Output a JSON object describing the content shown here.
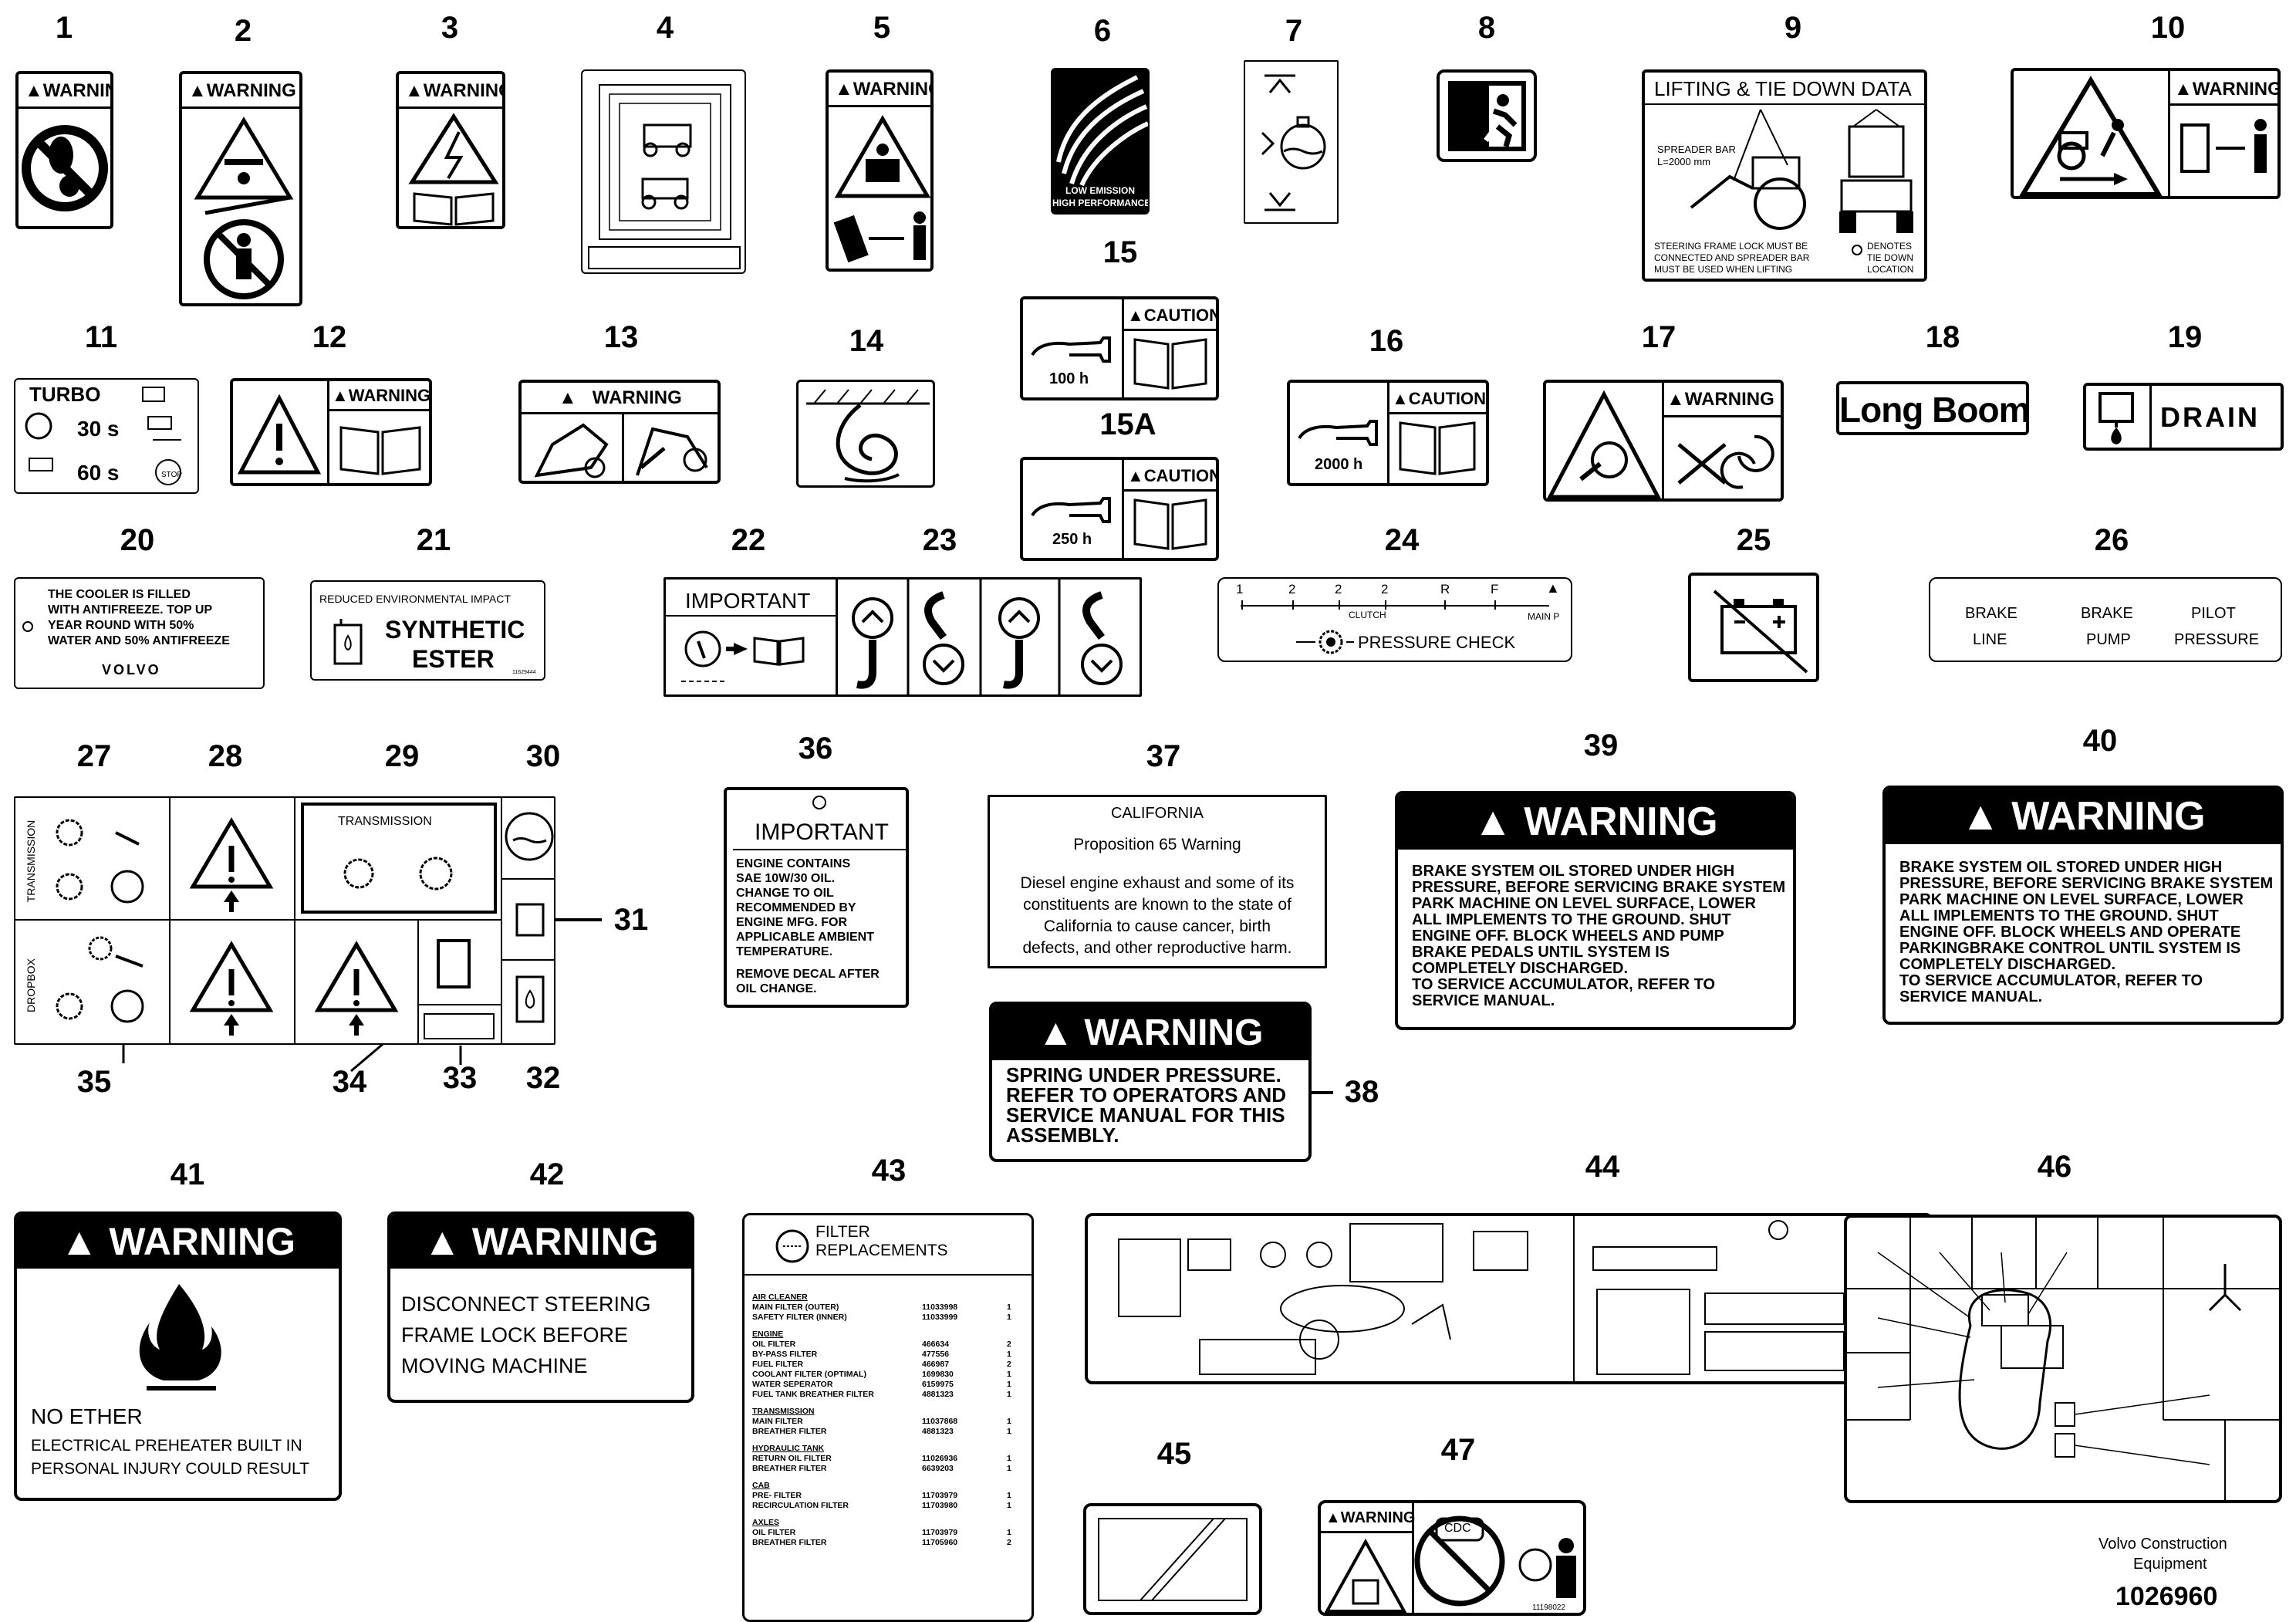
{
  "callouts": [
    "1",
    "2",
    "3",
    "4",
    "5",
    "6",
    "7",
    "8",
    "9",
    "10",
    "11",
    "12",
    "13",
    "14",
    "15",
    "15A",
    "16",
    "17",
    "18",
    "19",
    "20",
    "21",
    "22",
    "23",
    "24",
    "25",
    "26",
    "27",
    "28",
    "29",
    "30",
    "31",
    "32",
    "33",
    "34",
    "35",
    "36",
    "37",
    "38",
    "39",
    "40",
    "41",
    "42",
    "43",
    "44",
    "45",
    "46",
    "47"
  ],
  "labels": {
    "warning": "WARNING",
    "caution": "CAUTION",
    "important": "IMPORTANT",
    "d6_line1": "LOW EMISSION",
    "d6_line2": "HIGH PERFORMANCE",
    "d9_title": "LIFTING & TIE DOWN DATA",
    "d9_spreader1": "SPREADER BAR",
    "d9_spreader2": "L=2000 mm",
    "d9_note1": "STEERING FRAME LOCK MUST BE",
    "d9_note2": "CONNECTED AND SPREADER BAR",
    "d9_note3": "MUST BE USED WHEN LIFTING",
    "d9_denote1": "DENOTES",
    "d9_denote2": "TIE DOWN",
    "d9_denote3": "LOCATION",
    "d11_title": "TURBO",
    "d11_t1": "30 s",
    "d11_t2": "60 s",
    "d11_stop": "STOP",
    "d15_hours": "100 h",
    "d15a_hours": "250 h",
    "d16_hours": "2000 h",
    "d18": "Long Boom",
    "d19": "DRAIN",
    "d20_l1": "THE COOLER IS FILLED",
    "d20_l2": "WITH ANTIFREEZE. TOP UP",
    "d20_l3": "YEAR ROUND WITH 50%",
    "d20_l4": "WATER AND 50% ANTIFREEZE",
    "d20_brand": "VOLVO",
    "d21_top": "REDUCED ENVIRONMENTAL IMPACT",
    "d21_l1": "SYNTHETIC",
    "d21_l2": "ESTER",
    "d21_code": "11629444",
    "d24_marks": [
      "1",
      "2",
      "2",
      "2",
      "R",
      "F"
    ],
    "d24_clutch": "CLUTCH",
    "d24_mainp": "MAIN P",
    "d24_check": "PRESSURE CHECK",
    "d26_c1a": "BRAKE",
    "d26_c1b": "LINE",
    "d26_c2a": "BRAKE",
    "d26_c2b": "PUMP",
    "d26_c3a": "PILOT",
    "d26_c3b": "PRESSURE",
    "d27_side": "TRANSMISSION",
    "d35_side": "DROPBOX",
    "d29_title": "TRANSMISSION",
    "d36_lines": [
      "ENGINE CONTAINS",
      "SAE 10W/30 OIL.",
      "CHANGE TO OIL",
      "RECOMMENDED BY",
      "ENGINE MFG. FOR",
      "APPLICABLE AMBIENT",
      "TEMPERATURE."
    ],
    "d36_remove": [
      "REMOVE DECAL AFTER",
      "OIL CHANGE."
    ],
    "d37_state": "CALIFORNIA",
    "d37_prop": "Proposition 65 Warning",
    "d37_lines": [
      "Diesel engine exhaust and some of its",
      "constituents are known to the state of",
      "California to cause cancer, birth",
      "defects, and other reproductive harm."
    ],
    "d38_lines": [
      "SPRING UNDER PRESSURE.",
      "REFER TO OPERATORS AND",
      "SERVICE MANUAL FOR THIS",
      "ASSEMBLY."
    ],
    "d39_lines": [
      "BRAKE SYSTEM OIL STORED UNDER HIGH",
      "PRESSURE, BEFORE SERVICING BRAKE SYSTEM",
      "PARK MACHINE ON LEVEL SURFACE, LOWER",
      "ALL IMPLEMENTS TO THE GROUND. SHUT",
      "ENGINE OFF. BLOCK WHEELS AND PUMP",
      "BRAKE PEDALS UNTIL SYSTEM IS",
      "COMPLETELY DISCHARGED.",
      "TO SERVICE ACCUMULATOR, REFER TO",
      "SERVICE MANUAL."
    ],
    "d40_lines": [
      "BRAKE SYSTEM OIL STORED UNDER HIGH",
      "PRESSURE, BEFORE SERVICING BRAKE SYSTEM",
      "PARK MACHINE ON LEVEL SURFACE, LOWER",
      "ALL IMPLEMENTS TO THE GROUND. SHUT",
      "ENGINE OFF. BLOCK WHEELS AND OPERATE",
      "PARKINGBRAKE CONTROL UNTIL SYSTEM IS",
      "COMPLETELY DISCHARGED.",
      "TO SERVICE ACCUMULATOR, REFER TO",
      "SERVICE MANUAL."
    ],
    "d41_head": "NO ETHER",
    "d41_lines": [
      "ELECTRICAL PREHEATER BUILT IN",
      "PERSONAL INJURY COULD RESULT"
    ],
    "d42_lines": [
      "DISCONNECT STEERING",
      "FRAME LOCK BEFORE",
      "MOVING MACHINE"
    ],
    "d43_title1": "FILTER",
    "d43_title2": "REPLACEMENTS",
    "d47_cdc": "CDC",
    "d47_code": "11198022",
    "brand1": "Volvo Construction",
    "brand2": "Equipment",
    "docnum": "1026960"
  },
  "filters": [
    {
      "head": "AIR CLEANER",
      "rows": [
        [
          "MAIN FILTER (OUTER)",
          "11033998",
          "1"
        ],
        [
          "SAFETY FILTER (INNER)",
          "11033999",
          "1"
        ]
      ]
    },
    {
      "head": "ENGINE",
      "rows": [
        [
          "OIL FILTER",
          "466634",
          "2"
        ],
        [
          "BY-PASS FILTER",
          "477556",
          "1"
        ],
        [
          "FUEL FILTER",
          "466987",
          "2"
        ],
        [
          "COOLANT FILTER (OPTIMAL)",
          "1699830",
          "1"
        ],
        [
          "WATER SEPERATOR",
          "6159975",
          "1"
        ],
        [
          "FUEL TANK BREATHER FILTER",
          "4881323",
          "1"
        ]
      ]
    },
    {
      "head": "TRANSMISSION",
      "rows": [
        [
          "MAIN FILTER",
          "11037868",
          "1"
        ],
        [
          "BREATHER FILTER",
          "4881323",
          "1"
        ]
      ]
    },
    {
      "head": "HYDRAULIC TANK",
      "rows": [
        [
          "RETURN OIL FILTER",
          "11026936",
          "1"
        ],
        [
          "BREATHER FILTER",
          "6639203",
          "1"
        ]
      ]
    },
    {
      "head": "CAB",
      "rows": [
        [
          "PRE- FILTER",
          "11703979",
          "1"
        ],
        [
          "RECIRCULATION FILTER",
          "11703980",
          "1"
        ]
      ]
    },
    {
      "head": "AXLES",
      "rows": [
        [
          "OIL FILTER",
          "11703979",
          "1"
        ],
        [
          "BREATHER FILTER",
          "11705960",
          "2"
        ]
      ]
    }
  ]
}
